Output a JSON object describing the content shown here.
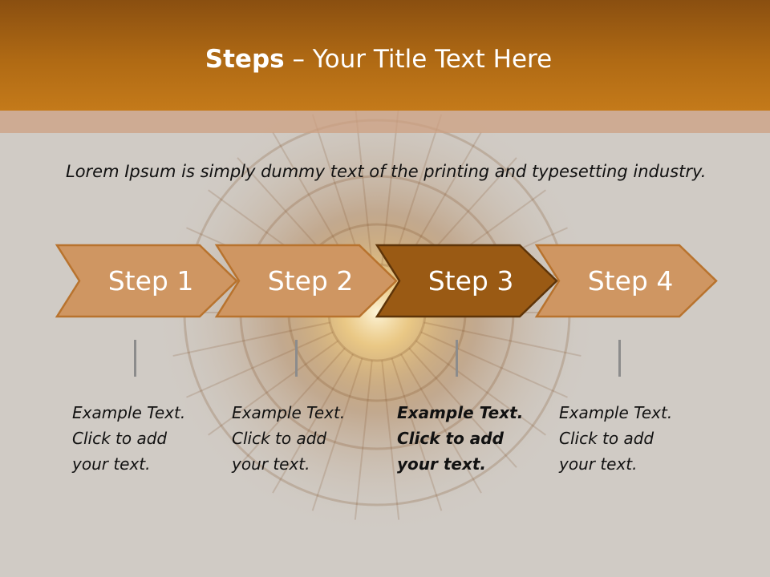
{
  "slide": {
    "title_bold": "Steps",
    "title_rest": " – Your Title Text Here",
    "intro": "Lorem Ipsum is simply dummy text of the printing and typesetting industry."
  },
  "steps": [
    {
      "label": "Step 1",
      "active": false,
      "desc": [
        "Example Text.",
        "Click  to add",
        "your text."
      ]
    },
    {
      "label": "Step 2",
      "active": false,
      "desc": [
        "Example Text.",
        "Click  to add",
        "your text."
      ]
    },
    {
      "label": "Step 3",
      "active": true,
      "desc": [
        "Example Text.",
        "Click  to add",
        "your text."
      ]
    },
    {
      "label": "Step 4",
      "active": false,
      "desc": [
        "Example Text.",
        "Click  to add",
        "your text."
      ]
    }
  ],
  "colors": {
    "header": "#b06a14",
    "chevron_fill": "#cf9662",
    "chevron_stroke": "#b8732e",
    "chevron_active_fill": "#9a5a14",
    "chevron_active_stroke": "#5e3408",
    "background": "#d0cbc5"
  }
}
